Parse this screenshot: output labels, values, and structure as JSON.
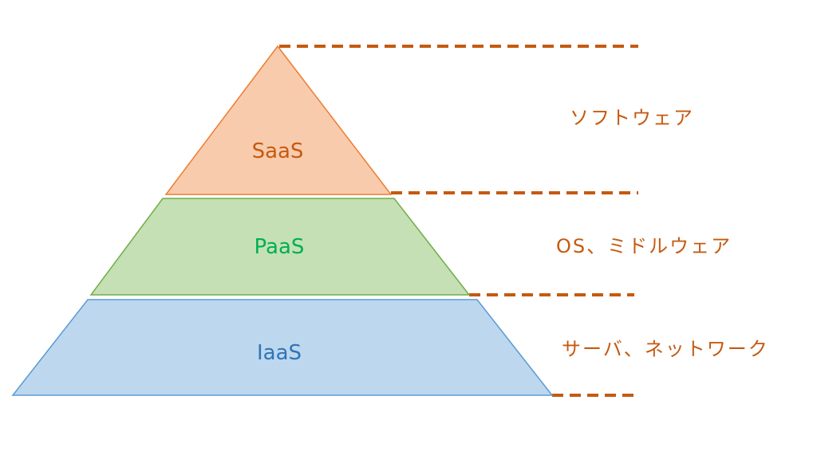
{
  "colors": {
    "dash": "#C55A11",
    "label_text": "#C55A11",
    "saas_fill": "#F8CBAD",
    "saas_stroke": "#ED7D31",
    "saas_text": "#C55A11",
    "paas_fill": "#C5E0B4",
    "paas_stroke": "#70AD47",
    "paas_text": "#00B050",
    "iaas_fill": "#BDD7EE",
    "iaas_stroke": "#5B9BD5",
    "iaas_text": "#2E75B6"
  },
  "tiers": [
    {
      "name": "SaaS",
      "layer": "ソフトウェア"
    },
    {
      "name": "PaaS",
      "layer": "OS、ミドルウェア"
    },
    {
      "name": "IaaS",
      "layer": "サーバ、ネットワーク"
    }
  ]
}
